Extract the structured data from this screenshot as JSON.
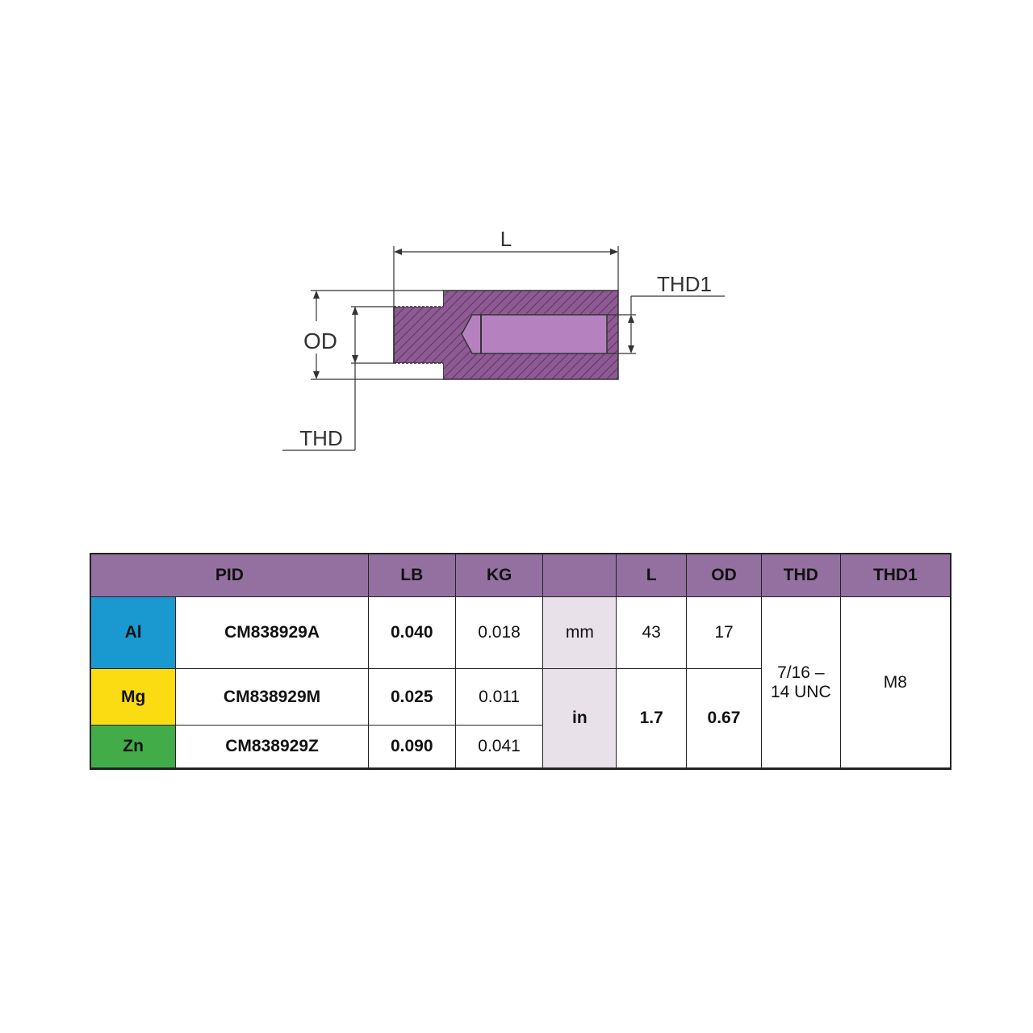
{
  "drawing": {
    "labels": {
      "length": "L",
      "outer_diameter": "OD",
      "thread": "THD",
      "thread1": "THD1"
    },
    "colors": {
      "body": "#8e5a93",
      "bore": "#b582bf",
      "hatch": "#5a3560",
      "line": "#333333"
    }
  },
  "table": {
    "headers": {
      "pid": "PID",
      "lb": "LB",
      "kg": "KG",
      "unit": "",
      "l": "L",
      "od": "OD",
      "thd": "THD",
      "thd1": "THD1"
    },
    "rows": [
      {
        "material": "Al",
        "material_color": "#1a98d0",
        "pid": "CM838929A",
        "lb": "0.040",
        "kg": "0.018"
      },
      {
        "material": "Mg",
        "material_color": "#fbdc13",
        "pid": "CM838929M",
        "lb": "0.025",
        "kg": "0.011"
      },
      {
        "material": "Zn",
        "material_color": "#42ac49",
        "pid": "CM838929Z",
        "lb": "0.090",
        "kg": "0.041"
      }
    ],
    "dimensions": {
      "mm": {
        "unit": "mm",
        "l": "43",
        "od": "17"
      },
      "in": {
        "unit": "in",
        "l": "1.7",
        "od": "0.67"
      },
      "thd_line1": "7/16 –",
      "thd_line2": "14 UNC",
      "thd1": "M8"
    },
    "colors": {
      "header_bg": "#9470a0",
      "unit_bg": "#e8e1ea"
    }
  }
}
